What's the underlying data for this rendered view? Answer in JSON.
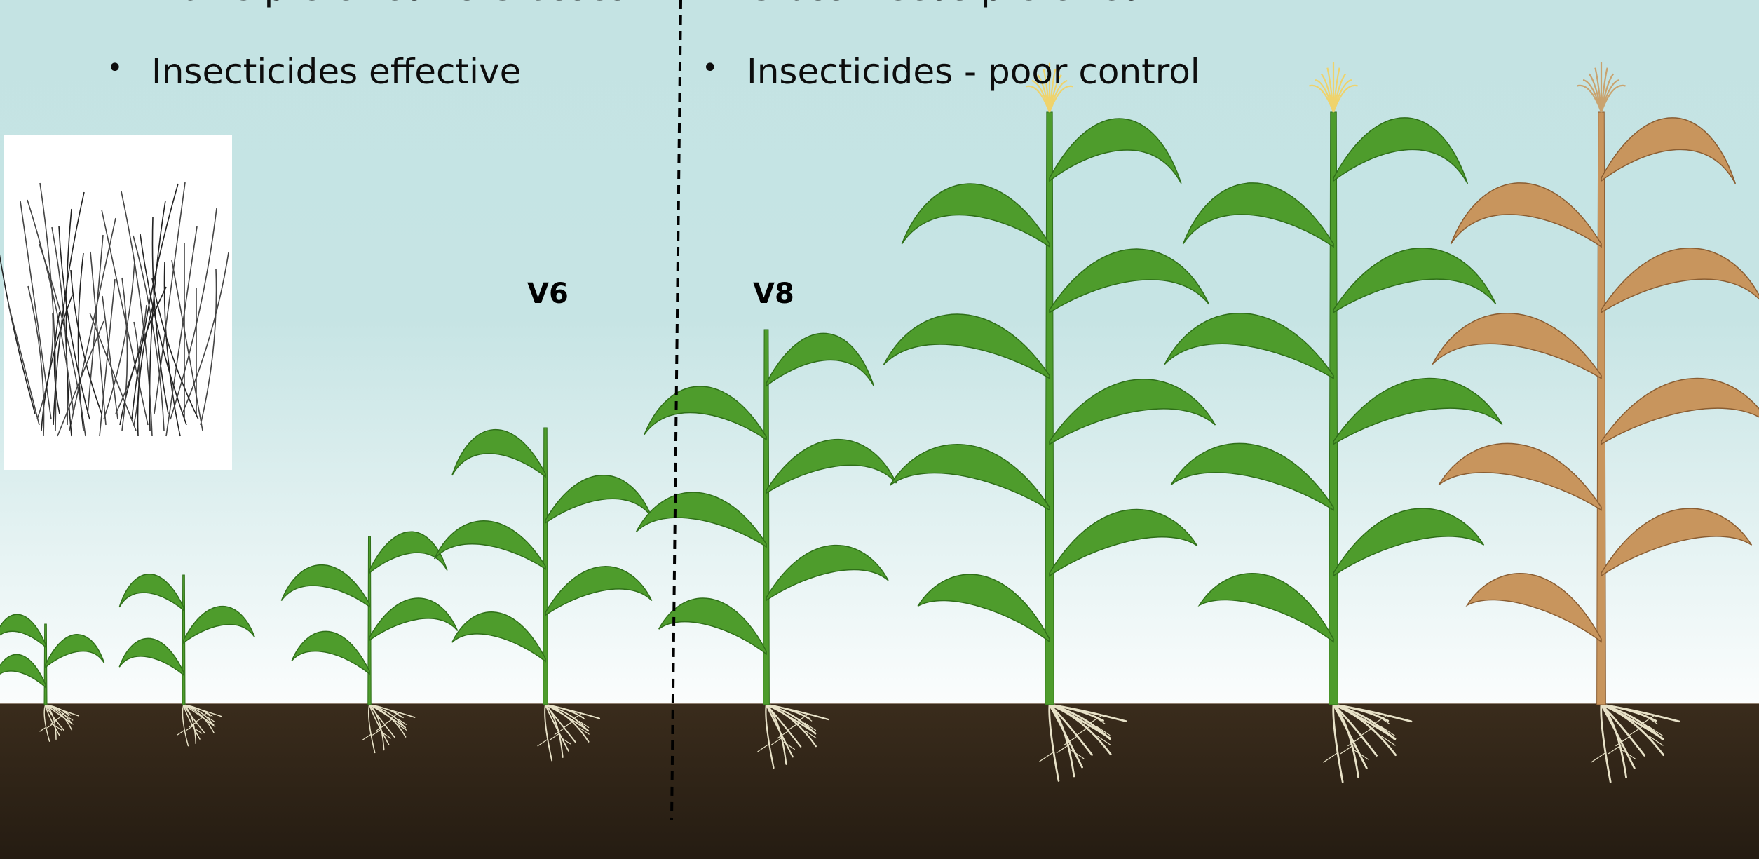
{
  "left_column": {
    "items": [
      {
        "bullet": "•",
        "text": "Maize preferred vs Grasses"
      },
      {
        "bullet": "•",
        "text": "Insecticides effective"
      }
    ]
  },
  "right_column": {
    "items": [
      {
        "bullet": "•",
        "text": "Grass weeds preferred"
      },
      {
        "bullet": "•",
        "text": "Insecticides - poor control"
      }
    ]
  },
  "stage_labels": {
    "v6": "V6",
    "v8": "V8"
  },
  "colors": {
    "sky_top": "#c4e3e3",
    "sky_bottom": "#ffffff",
    "soil": "#2e2317",
    "plant_green": "#4e9c2c",
    "plant_dark": "#2f6f19",
    "tassel_yellow": "#efd36c",
    "senescent_tan": "#c8955d",
    "root_cream": "#e8e2c8"
  }
}
